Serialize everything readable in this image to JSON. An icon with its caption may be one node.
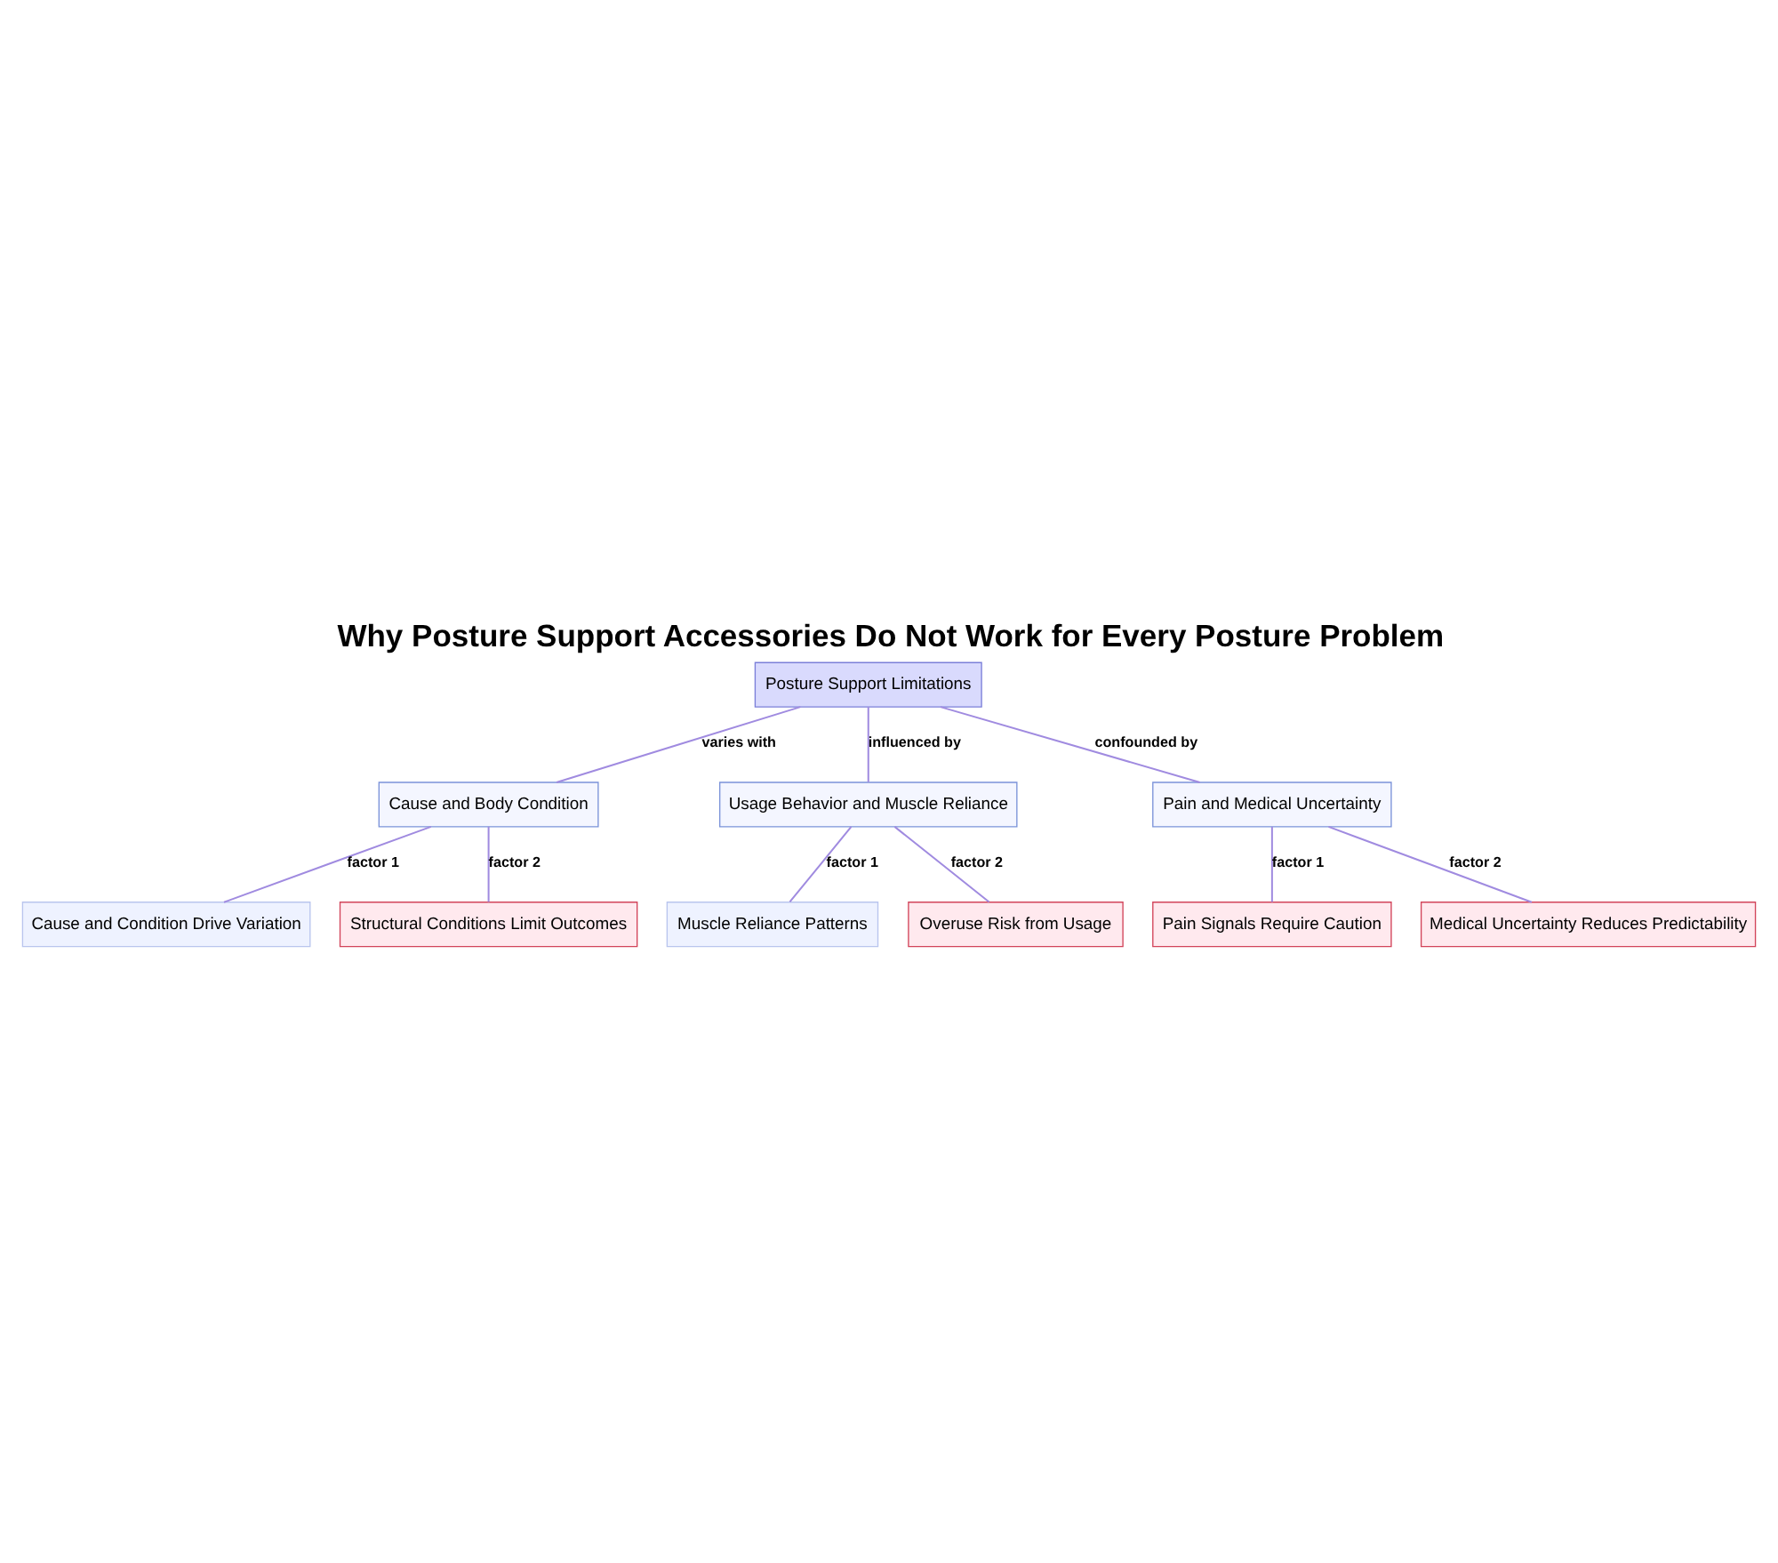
{
  "diagram": {
    "title": "Why Posture Support Accessories Do Not Work for Every Posture Problem",
    "nodes": [
      {
        "text": [
          "Posture Support Limitations"
        ]
      },
      {
        "text": [
          "Cause and Body Condition"
        ]
      },
      {
        "text": [
          "Usage Behavior and Muscle Reliance"
        ]
      },
      {
        "text": [
          "Pain and Medical Uncertainty"
        ]
      },
      {
        "text": [
          "Cause and Condition Drive Variation"
        ]
      },
      {
        "text": [
          "Structural Conditions Limit Outcomes"
        ]
      },
      {
        "text": [
          "Muscle Reliance Patterns"
        ]
      },
      {
        "text": [
          "Overuse Risk from Usage"
        ]
      },
      {
        "text": [
          "Pain Signals Require Caution"
        ]
      },
      {
        "text": [
          "Medical Uncertainty Reduces Predictability"
        ]
      }
    ],
    "edges": [
      {
        "from": 0,
        "to": 1,
        "arrow": "none",
        "label": "varies with"
      },
      {
        "from": 0,
        "to": 2,
        "arrow": "none",
        "label": "influenced by"
      },
      {
        "from": 0,
        "to": 3,
        "arrow": "none",
        "label": "confounded by"
      },
      {
        "from": 1,
        "to": 4,
        "arrow": "none",
        "label": "factor 1"
      },
      {
        "from": 1,
        "to": 5,
        "arrow": "none",
        "label": "factor 2"
      },
      {
        "from": 2,
        "to": 6,
        "arrow": "none",
        "label": "factor 1"
      },
      {
        "from": 2,
        "to": 7,
        "arrow": "none",
        "label": "factor 2"
      },
      {
        "from": 3,
        "to": 8,
        "arrow": "none",
        "label": "factor 1"
      },
      {
        "from": 3,
        "to": 9,
        "arrow": "none",
        "label": "factor 2"
      }
    ]
  }
}
